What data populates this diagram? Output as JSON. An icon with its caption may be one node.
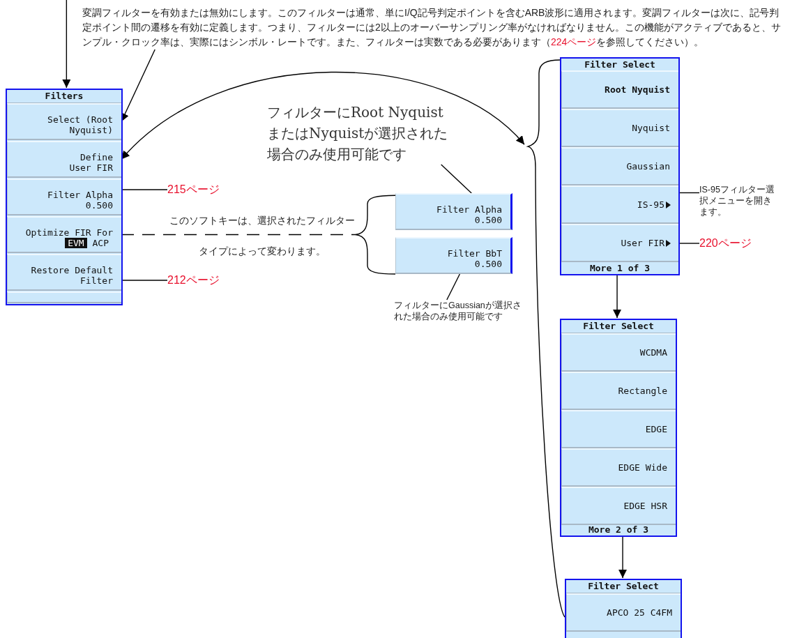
{
  "diagram": {
    "nodes": [
      {
        "text": [
          "変調フィルターを有効または無効にします。このフィルターは通常、単にI/Q記号判定ポイントを含むARB波形に適用されます。変調フィルターは次に、記号判定ポイント間の遷移を有効に定義します。つまり、フィルターには2以上のオーバーサンプリング率がなければなりません。この機能がアクティブであると、サンプル・クロック率は、実際にはシンボル・レートです。また、フィルターは実数である必要があります（",
          "224ページ",
          "を参照してください）。"
        ]
      },
      {
        "text": [
          "Filters"
        ]
      },
      {
        "text": [
          "Select (Root Nyquist)"
        ],
        "in": 1
      },
      {
        "text": [
          "Define User FIR"
        ],
        "in": 1
      },
      {
        "text": [
          "Filter Alpha 0.500"
        ],
        "in": 1
      },
      {
        "text": [
          "Optimize FIR For",
          "EVM",
          "ACP"
        ],
        "in": 1
      },
      {
        "text": [
          "Restore Default Filter"
        ],
        "in": 1
      },
      {
        "text": [],
        "shape": "box",
        "in": 1
      },
      {
        "text": [
          "215ページ"
        ]
      },
      {
        "text": [
          "212ページ"
        ]
      },
      {
        "text": [
          "Filter Alpha 0.500"
        ]
      },
      {
        "text": [
          "Filter BbT 0.500"
        ]
      },
      {
        "text": [
          "フィルターにRoot NyquistまたはNyquistが選択された場合のみ使用可能です"
        ]
      },
      {
        "text": [
          "フィルターにGaussianが選択された場合のみ使用可能です"
        ]
      },
      {
        "text": [
          "Filter Select",
          "More 1 of 3"
        ]
      },
      {
        "text": [
          "Root Nyquist"
        ],
        "in": 14
      },
      {
        "text": [
          "Nyquist"
        ],
        "in": 14
      },
      {
        "text": [
          "Gaussian"
        ],
        "in": 14
      },
      {
        "text": [
          "IS-95"
        ],
        "in": 14
      },
      {
        "text": [
          "User FIR"
        ],
        "in": 14
      },
      {
        "text": [
          "IS-95フィルター選択メニューを開きます。"
        ]
      },
      {
        "text": [
          "220ページ"
        ]
      },
      {
        "text": [
          "Filter Select",
          "More 2 of 3"
        ]
      },
      {
        "text": [
          "WCDMA"
        ],
        "in": 22
      },
      {
        "text": [
          "Rectangle"
        ],
        "in": 22
      },
      {
        "text": [
          "EDGE"
        ],
        "in": 22
      },
      {
        "text": [
          "EDGE Wide"
        ],
        "in": 22
      },
      {
        "text": [
          "EDGE HSR"
        ],
        "in": 22
      },
      {
        "text": [
          "Filter Select"
        ]
      },
      {
        "text": [
          "APCO 25 C4FM"
        ],
        "in": 28
      }
    ],
    "edges": [
      {
        "from": null,
        "to": 1,
        "arrow": "to"
      },
      {
        "from": 0,
        "to": 2,
        "arrow": "to"
      },
      {
        "from": 3,
        "to": 14,
        "arrow": "both"
      },
      {
        "from": 4,
        "to": 8,
        "arrow": "none"
      },
      {
        "from": 6,
        "to": 9,
        "arrow": "none"
      },
      {
        "from": 5,
        "to": 10,
        "arrow": "none",
        "style": "dashed",
        "label": "このソフトキーは、選択されたフィルタータイプによって変わります。"
      },
      {
        "from": 5,
        "to": 11,
        "arrow": "none",
        "style": "dashed"
      },
      {
        "from": 12,
        "to": 10,
        "arrow": "none"
      },
      {
        "from": 13,
        "to": 11,
        "arrow": "none"
      },
      {
        "from": 14,
        "to": 22,
        "arrow": "to"
      },
      {
        "from": 18,
        "to": 20,
        "arrow": "none"
      },
      {
        "from": 19,
        "to": 21,
        "arrow": "none"
      },
      {
        "from": 22,
        "to": 28,
        "arrow": "to"
      },
      {
        "from": 28,
        "to": 14,
        "arrow": "none"
      }
    ]
  }
}
